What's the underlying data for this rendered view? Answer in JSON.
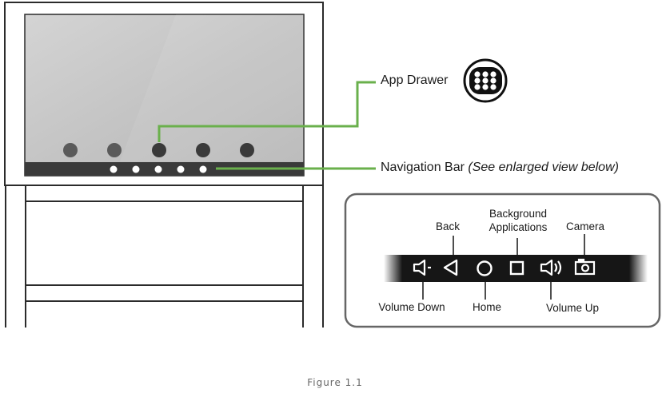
{
  "callouts": {
    "app_drawer": "App Drawer",
    "navigation_bar": "Navigation Bar",
    "navigation_bar_note": "(See enlarged view below)"
  },
  "nav_labels": {
    "back": "Back",
    "background_line1": "Background",
    "background_line2": "Applications",
    "camera": "Camera",
    "volume_down": "Volume Down",
    "home": "Home",
    "volume_up": "Volume Up"
  },
  "caption": "Figure 1.1",
  "colors": {
    "accent_line": "#6ab04c",
    "frame": "#2b2b2b",
    "screen": "#c6c6c6",
    "dot": "#3f3f3f",
    "bar": "#161616",
    "panel_border": "#666666"
  },
  "icons": [
    "app-drawer-icon",
    "volume-down-icon",
    "back-icon",
    "home-icon",
    "recent-apps-icon",
    "volume-up-icon",
    "camera-icon"
  ]
}
